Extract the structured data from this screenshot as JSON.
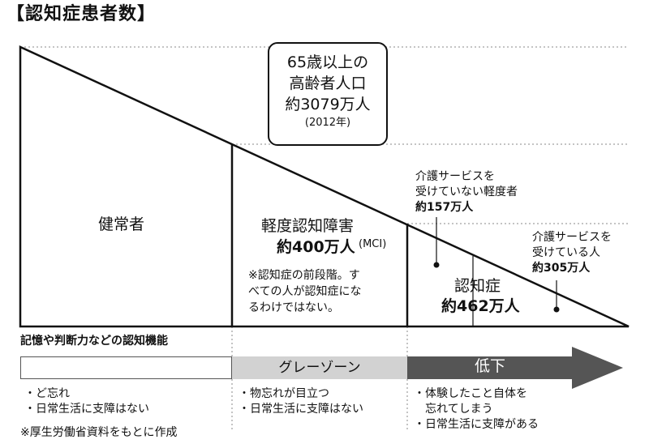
{
  "title": "【認知症患者数】",
  "elderly_box": {
    "line1": "65歳以上の",
    "line2": "高齢者人口",
    "line3": "約3079万人",
    "year": "(2012年)"
  },
  "segments": {
    "healthy": "健常者",
    "mci_label": "軽度認知障害",
    "mci_count": "約400万人",
    "mci_abbr": "(MCI)",
    "mci_note": [
      "※認知症の前段階。す",
      "べての人が認知症にな",
      "るわけではない。"
    ],
    "dementia_label": "認知症",
    "dementia_count": "約462万人",
    "unserved_label": [
      "介護サービスを",
      "受けていない軽度者"
    ],
    "unserved_count": "約157万人",
    "served_label": [
      "介護サービスを",
      "受けている人"
    ],
    "served_count": "約305万人"
  },
  "function_bar": {
    "label": "記憶や判断力などの認知機能",
    "gray_zone": "グレーゾーン",
    "decline": "低下"
  },
  "notes": {
    "healthy": [
      "・ど忘れ",
      "・日常生活に支障はない"
    ],
    "mci": [
      "・物忘れが目立つ",
      "・日常生活に支障はない"
    ],
    "dementia": [
      "・体験したこと自体を",
      "　忘れてしまう",
      "・日常生活に支障がある"
    ],
    "source": "※厚生労働省資料をもとに作成"
  },
  "colors": {
    "line": "#111111",
    "gray_zone": "#d2d2d2",
    "arrow": "#555555",
    "guide": "#888888"
  }
}
